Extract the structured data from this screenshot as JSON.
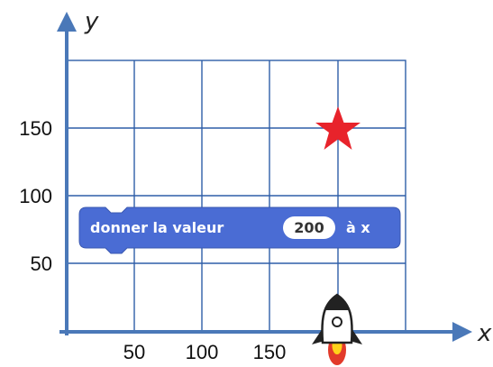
{
  "axes": {
    "x_label": "x",
    "y_label": "y",
    "x_ticks": [
      "50",
      "100",
      "150"
    ],
    "y_ticks": [
      "50",
      "100",
      "150"
    ]
  },
  "block": {
    "prefix": "donner la valeur",
    "value": "200",
    "suffix": "à x",
    "color": "#4a6cd4"
  },
  "colors": {
    "axis": "#4a78b8",
    "grid": "#2f5fa8",
    "star": "#e8232b"
  },
  "sprites": {
    "star": "star-icon",
    "rocket": "rocket-icon"
  }
}
